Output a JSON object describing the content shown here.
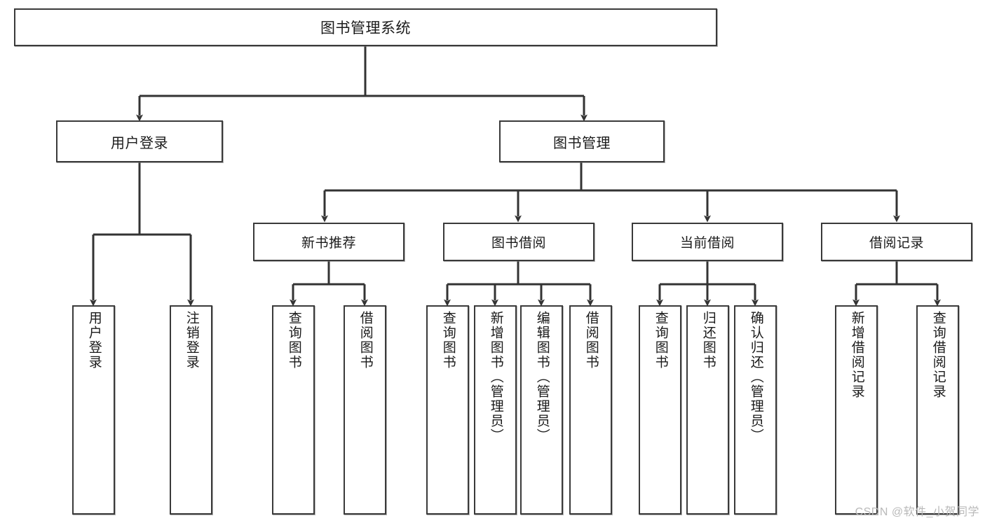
{
  "diagram": {
    "title": "图书管理系统",
    "type": "tree",
    "watermark": "CSDN @软件_小贺同学",
    "colors": {
      "box_border": "#3a3a3a",
      "box_fill": "#ffffff",
      "edge": "#333333",
      "text": "#1a1a1a",
      "watermark": "#b9b9b9"
    },
    "root": {
      "label": "图书管理系统"
    },
    "level2": [
      {
        "label": "用户登录"
      },
      {
        "label": "图书管理"
      }
    ],
    "level3": [
      {
        "label": "新书推荐"
      },
      {
        "label": "图书借阅"
      },
      {
        "label": "当前借阅"
      },
      {
        "label": "借阅记录"
      }
    ],
    "leaves": {
      "user_login": [
        {
          "label": "用户登录"
        },
        {
          "label": "注销登录"
        }
      ],
      "new_book_recommend": [
        {
          "label": "查询图书"
        },
        {
          "label": "借阅图书"
        }
      ],
      "book_borrow": [
        {
          "label": "查询图书"
        },
        {
          "label": "新增图书（管理员）"
        },
        {
          "label": "编辑图书（管理员）"
        },
        {
          "label": "借阅图书"
        }
      ],
      "current_borrow": [
        {
          "label": "查询图书"
        },
        {
          "label": "归还图书"
        },
        {
          "label": "确认归还（管理员）"
        }
      ],
      "borrow_record": [
        {
          "label": "新增借阅记录"
        },
        {
          "label": "查询借阅记录"
        }
      ]
    }
  }
}
